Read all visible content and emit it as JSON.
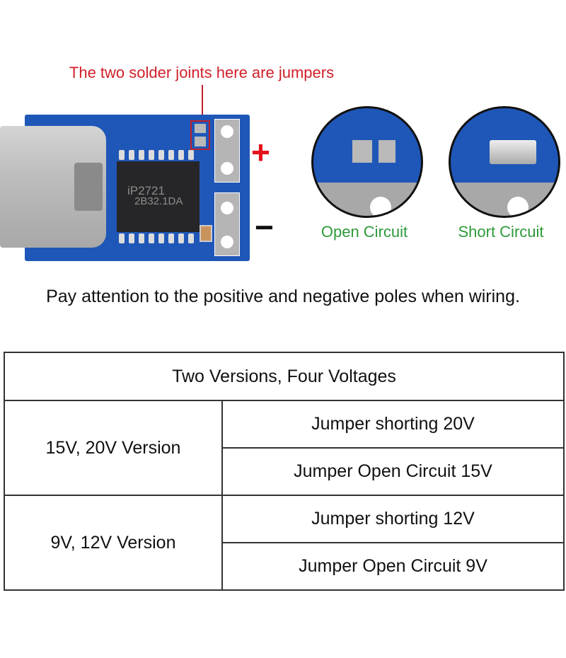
{
  "callout": "The two solder joints here are jumpers",
  "chip": {
    "line1": "iP2721",
    "line2": "2B32.1DA"
  },
  "poles": {
    "positive": "+",
    "negative": "−"
  },
  "jumper_states": [
    {
      "label": "Open Circuit",
      "color": "#2e9a3a"
    },
    {
      "label": "Short Circuit",
      "color": "#2e9a3a"
    }
  ],
  "note": "Pay attention to the positive and negative poles when wiring.",
  "table": {
    "title": "Two Versions, Four Voltages",
    "groups": [
      {
        "version": "15V, 20V Version",
        "options": [
          "Jumper shorting 20V",
          "Jumper Open Circuit 15V"
        ]
      },
      {
        "version": "9V, 12V Version",
        "options": [
          "Jumper shorting 12V",
          "Jumper Open Circuit 9V"
        ]
      }
    ]
  },
  "colors": {
    "callout": "#d0202a",
    "pcb": "#1f57b8",
    "caption": "#2e9a3a"
  }
}
